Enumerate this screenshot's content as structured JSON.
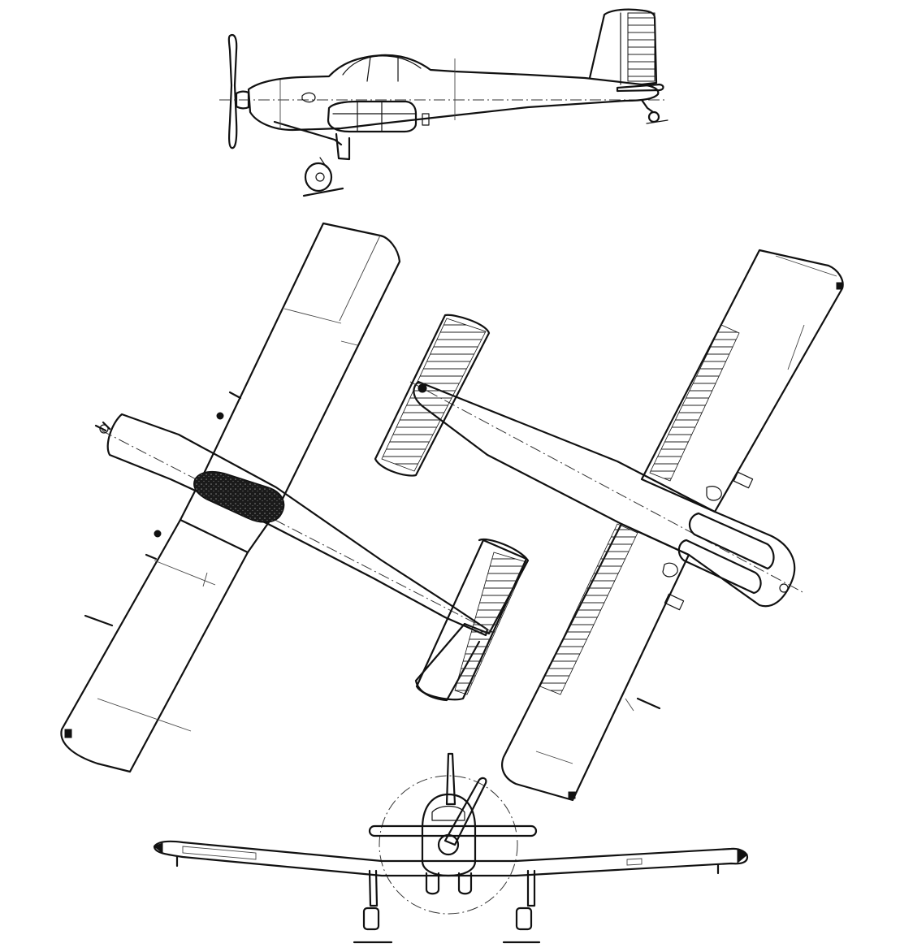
{
  "drawing": {
    "type": "three-view aircraft line drawing",
    "views": [
      "side",
      "top",
      "bottom",
      "front"
    ],
    "background_color": "#ffffff",
    "line_color": "#111111"
  }
}
